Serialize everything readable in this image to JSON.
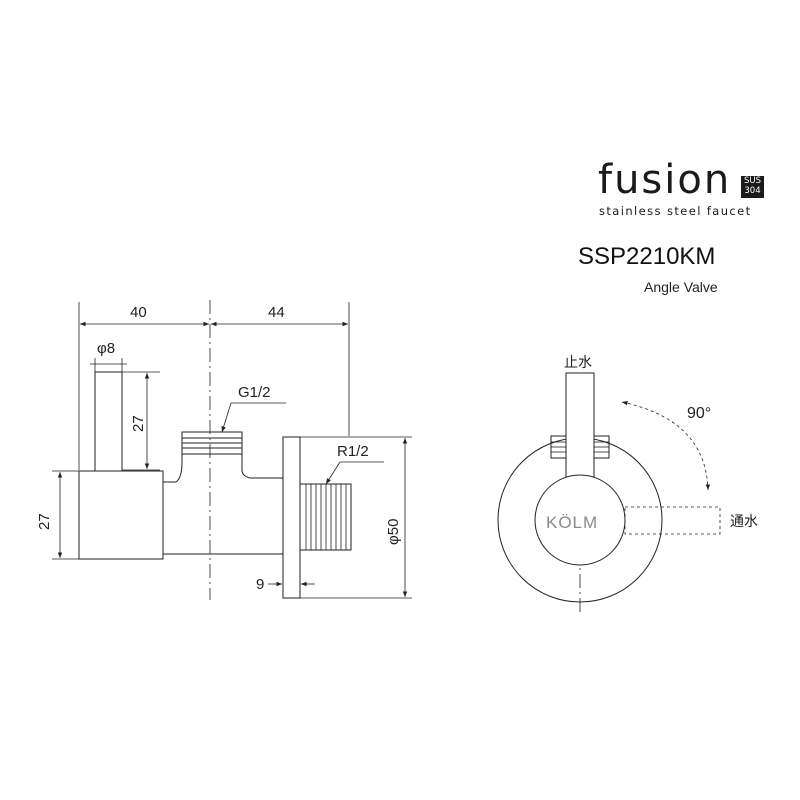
{
  "brand": {
    "name": "fusion",
    "badge_top": "SUS",
    "badge_bottom": "304",
    "tagline": "stainless steel faucet"
  },
  "product": {
    "model": "SSP2210KM",
    "type": "Angle Valve"
  },
  "side_view": {
    "dim_left_width": "40",
    "dim_right_width": "44",
    "dim_handle_dia": "φ8",
    "dim_handle_height": "27",
    "dim_body_height": "27",
    "thread_top": "G1/2",
    "thread_outlet": "R1/2",
    "dim_flange_dia": "φ50",
    "dim_flange_thickness": "9"
  },
  "front_view": {
    "label_closed": "止水",
    "label_open": "通水",
    "rotation_angle": "90°",
    "logo": "KÖLM"
  }
}
